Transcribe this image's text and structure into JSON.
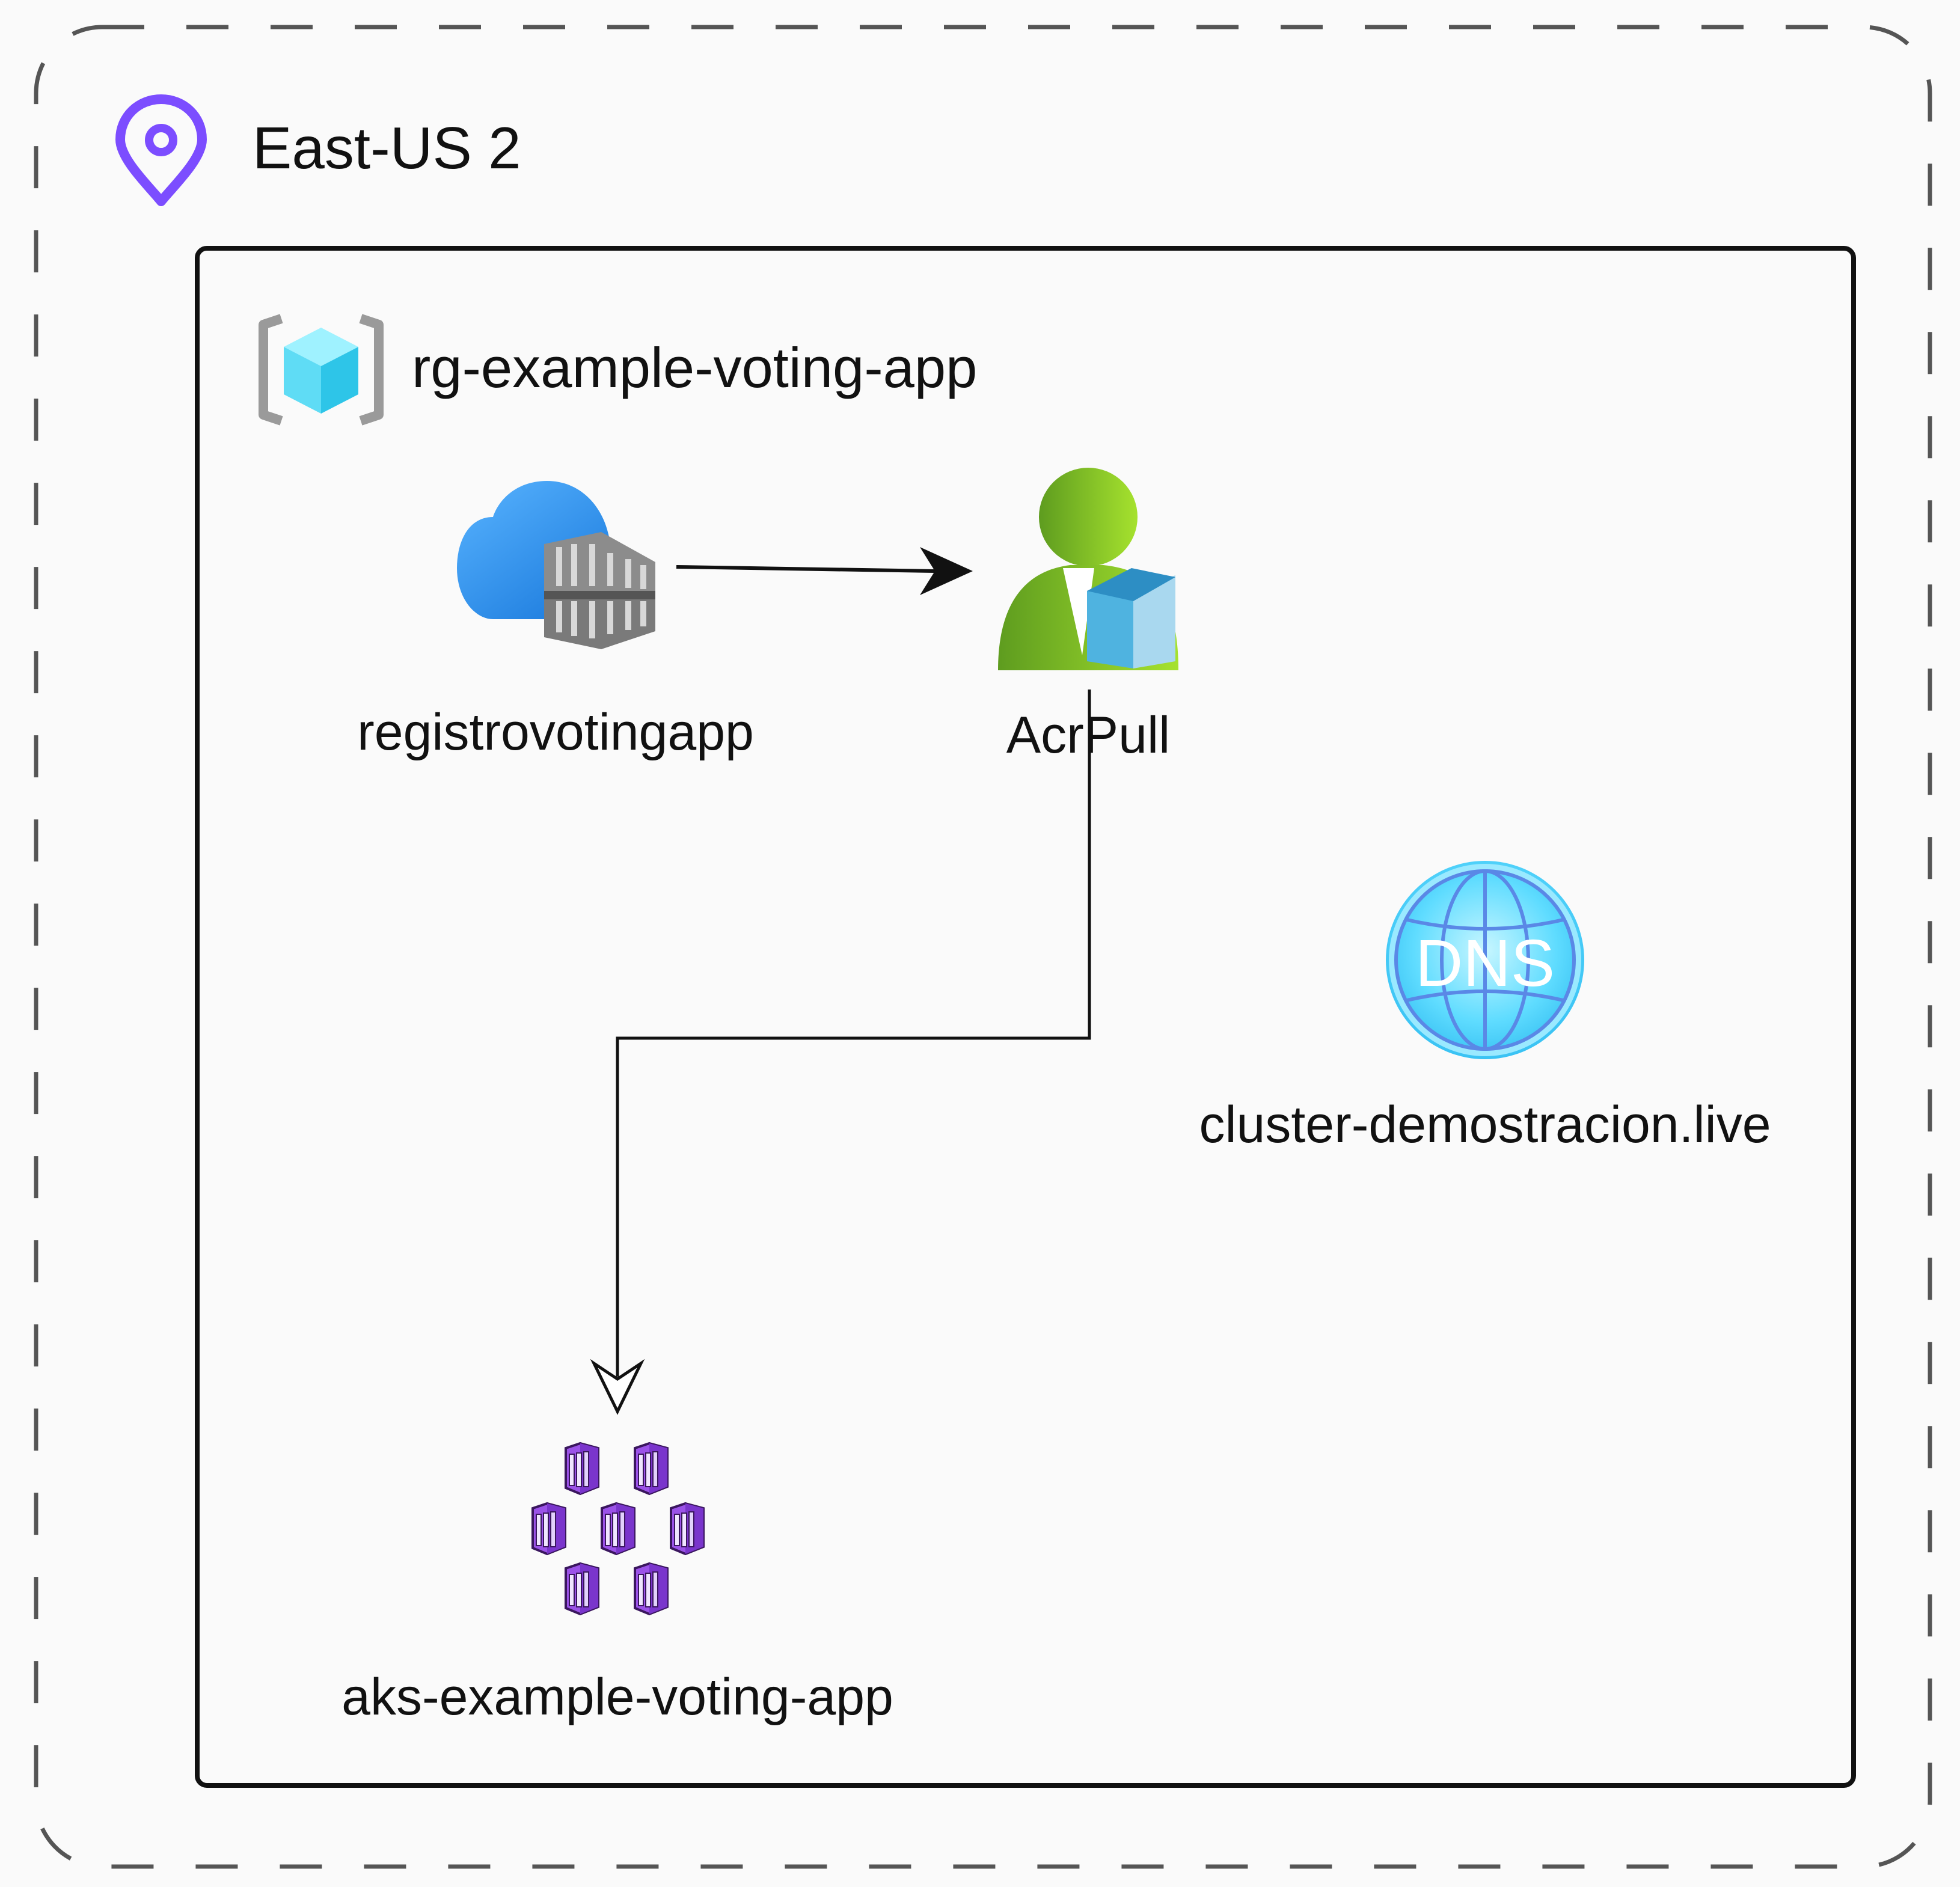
{
  "region": {
    "label": "East-US 2",
    "icon": "location-pin-icon",
    "accent": "#7c4dff"
  },
  "resource_group": {
    "label": "rg-example-voting-app",
    "icon": "resource-group-icon"
  },
  "nodes": {
    "registry": {
      "label": "registrovotingapp",
      "icon": "container-registry-icon"
    },
    "role": {
      "label": "AcrPull",
      "icon": "user-role-icon"
    },
    "dns": {
      "label": "cluster-demostracion.live",
      "icon": "dns-zone-icon",
      "icon_text": "DNS"
    },
    "aks": {
      "label": "aks-example-voting-app",
      "icon": "kubernetes-service-icon"
    }
  },
  "edges": [
    {
      "from": "registrovotingapp",
      "to": "AcrPull"
    },
    {
      "from": "AcrPull",
      "to": "aks-example-voting-app"
    }
  ]
}
